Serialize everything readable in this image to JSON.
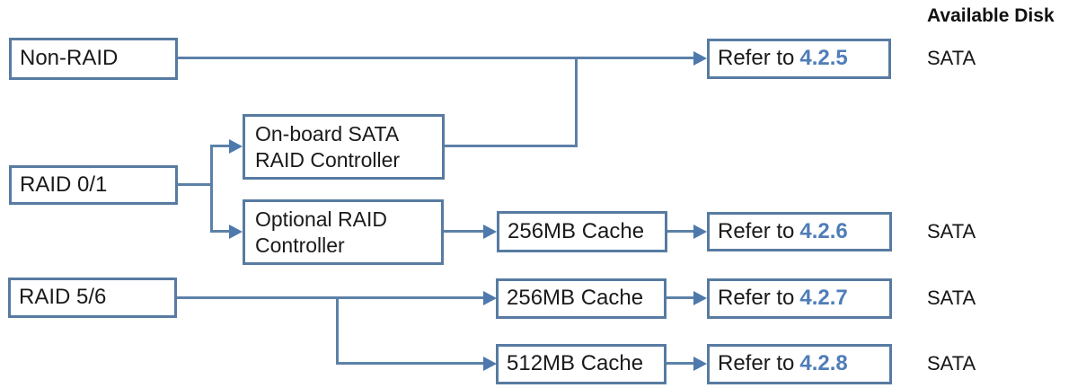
{
  "diagram": {
    "header": "Available Disk",
    "sources": {
      "non_raid": "Non-RAID",
      "raid_01": "RAID 0/1",
      "raid_56": "RAID 5/6"
    },
    "controllers": {
      "onboard": "On-board SATA RAID Controller",
      "optional": "Optional RAID Controller"
    },
    "caches": {
      "c426": "256MB Cache",
      "c427": "256MB Cache",
      "c428": "512MB Cache"
    },
    "refer_prefix": "Refer to",
    "rows": [
      {
        "section": "4.2.5",
        "disk": "SATA"
      },
      {
        "section": "4.2.6",
        "disk": "SATA"
      },
      {
        "section": "4.2.7",
        "disk": "SATA"
      },
      {
        "section": "4.2.8",
        "disk": "SATA"
      }
    ],
    "colors": {
      "box_border": "#577ba1",
      "connector": "#5c81a8",
      "arrow": "#4e79ad",
      "section_link": "#4f7db8",
      "text": "#1a1a1a"
    }
  }
}
